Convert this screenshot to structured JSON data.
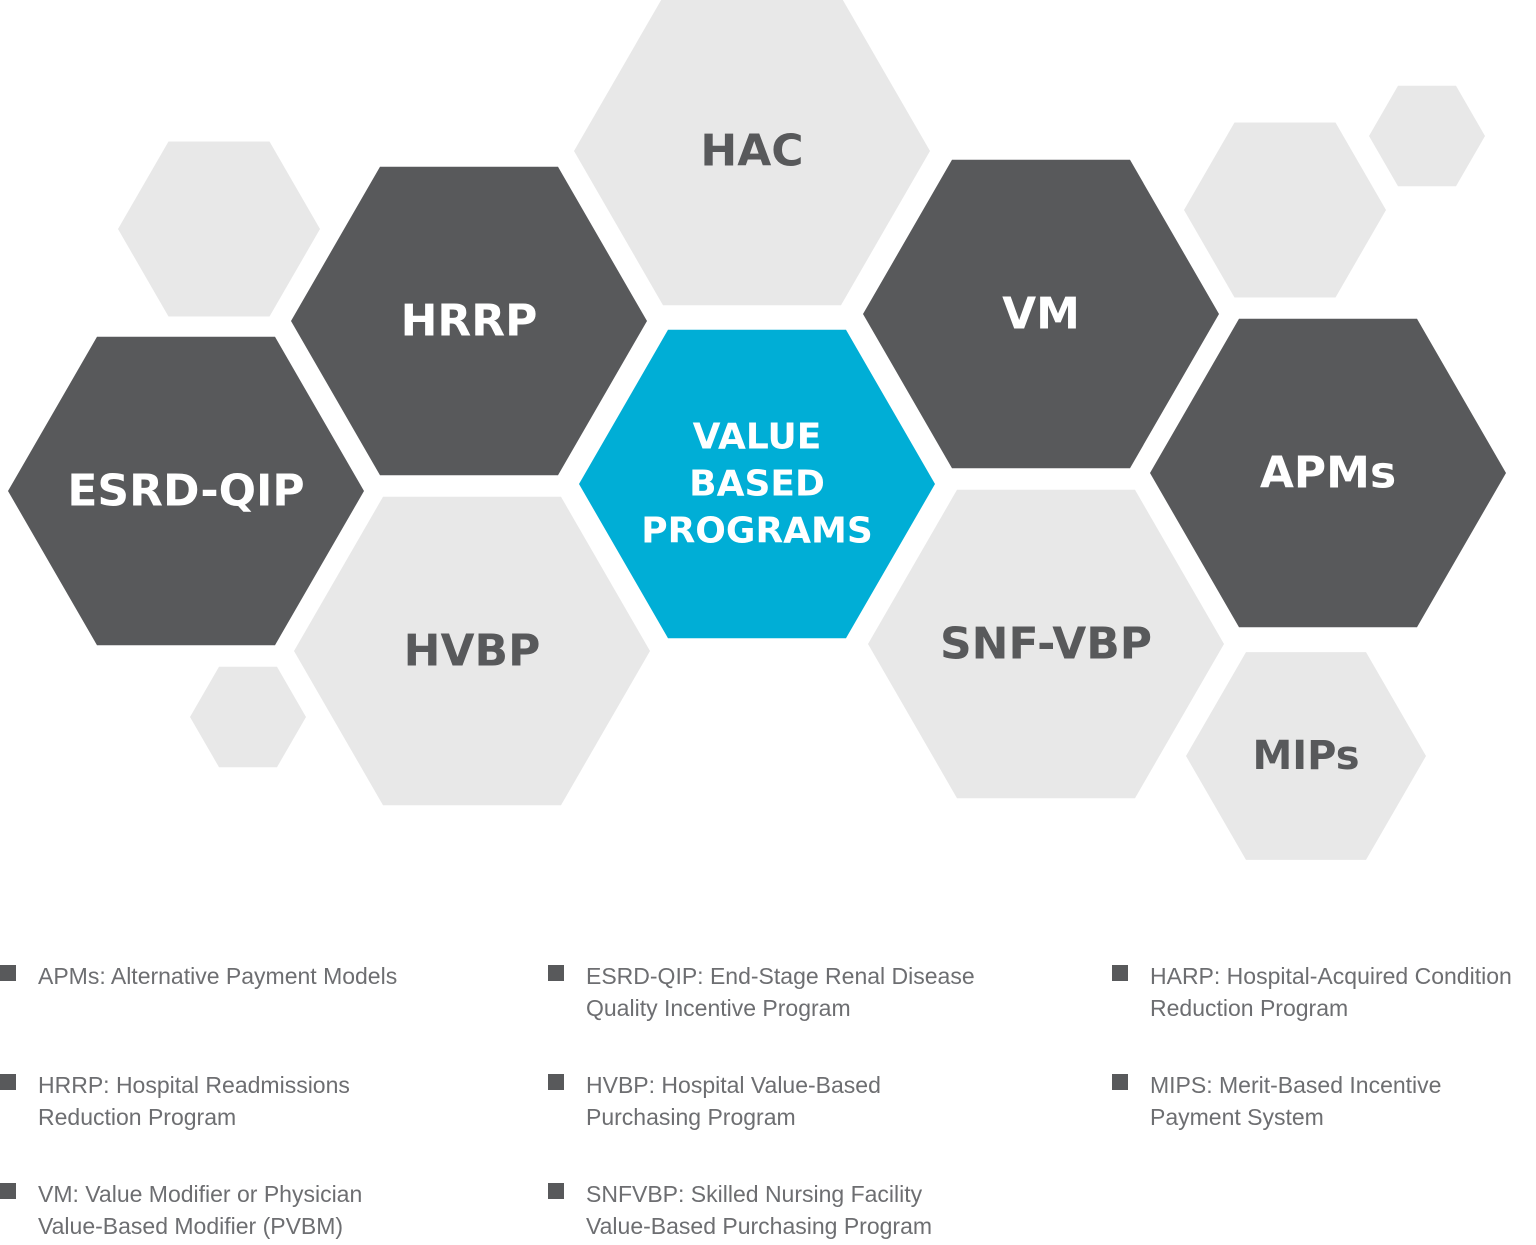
{
  "colors": {
    "dark": "#58595b",
    "light": "#e8e8e8",
    "accent": "#00aed6",
    "dark_text": "#ffffff",
    "light_text": "#58595b",
    "legend_text": "#6d6e71",
    "legend_marker": "#58595b"
  },
  "hexagons": [
    {
      "id": "deco-top-right-small",
      "label": [],
      "tone": "light"
    },
    {
      "id": "deco-right",
      "label": [],
      "tone": "light"
    },
    {
      "id": "deco-left",
      "label": [],
      "tone": "light"
    },
    {
      "id": "deco-bottom-left-small",
      "label": [],
      "tone": "light"
    },
    {
      "id": "hac",
      "label": [
        "HAC"
      ],
      "tone": "light"
    },
    {
      "id": "hrrp",
      "label": [
        "HRRP"
      ],
      "tone": "dark"
    },
    {
      "id": "esrd-qip",
      "label": [
        "ESRD-QIP"
      ],
      "tone": "dark"
    },
    {
      "id": "hvbp",
      "label": [
        "HVBP"
      ],
      "tone": "light"
    },
    {
      "id": "value-based-programs",
      "label": [
        "VALUE",
        "BASED",
        "PROGRAMS"
      ],
      "tone": "accent"
    },
    {
      "id": "vm",
      "label": [
        "VM"
      ],
      "tone": "dark"
    },
    {
      "id": "snf-vbp",
      "label": [
        "SNF-VBP"
      ],
      "tone": "light"
    },
    {
      "id": "apms",
      "label": [
        "APMs"
      ],
      "tone": "dark"
    },
    {
      "id": "mips",
      "label": [
        "MIPs"
      ],
      "tone": "light"
    }
  ],
  "legend": [
    {
      "id": "apms",
      "lines": [
        "APMs: Alternative Payment Models"
      ]
    },
    {
      "id": "esrd-qip",
      "lines": [
        "ESRD-QIP: End-Stage Renal Disease",
        "Quality Incentive Program"
      ]
    },
    {
      "id": "harp",
      "lines": [
        "HARP: Hospital-Acquired Condition",
        "Reduction Program"
      ]
    },
    {
      "id": "hrrp",
      "lines": [
        "HRRP: Hospital Readmissions",
        "Reduction Program"
      ]
    },
    {
      "id": "hvbp",
      "lines": [
        "HVBP: Hospital Value-Based",
        "Purchasing Program"
      ]
    },
    {
      "id": "mips",
      "lines": [
        "MIPS: Merit-Based Incentive",
        "Payment System"
      ]
    },
    {
      "id": "vm",
      "lines": [
        "VM: Value Modifier or Physician",
        " Value-Based Modifier (PVBM)"
      ]
    },
    {
      "id": "snfvbp",
      "lines": [
        "SNFVBP: Skilled Nursing Facility",
        "Value-Based Purchasing Program"
      ]
    }
  ]
}
